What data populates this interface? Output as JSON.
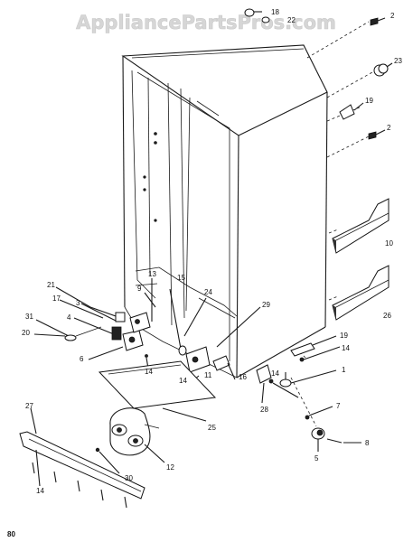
{
  "watermark": "AppliancePartsPros.com",
  "page_number": "80",
  "labels": {
    "l18": "18",
    "l22": "22",
    "l2a": "2",
    "l23": "23",
    "l19a": "19",
    "l2b": "2",
    "l10": "10",
    "l26": "26",
    "l21": "21",
    "l17": "17",
    "l3": "3",
    "l4": "4",
    "l31": "31",
    "l20": "20",
    "l6": "6",
    "l13": "13",
    "l9": "9",
    "l15": "15",
    "l24": "24",
    "l29": "29",
    "l14a": "14",
    "l16": "16",
    "l11": "11",
    "l14b": "14",
    "l25": "25",
    "l14c": "14",
    "l28": "28",
    "l19b": "19",
    "l14d": "14",
    "l1": "1",
    "l7": "7",
    "l8": "8",
    "l5": "5",
    "l27": "27",
    "l12": "12",
    "l30": "30",
    "l14e": "14"
  }
}
